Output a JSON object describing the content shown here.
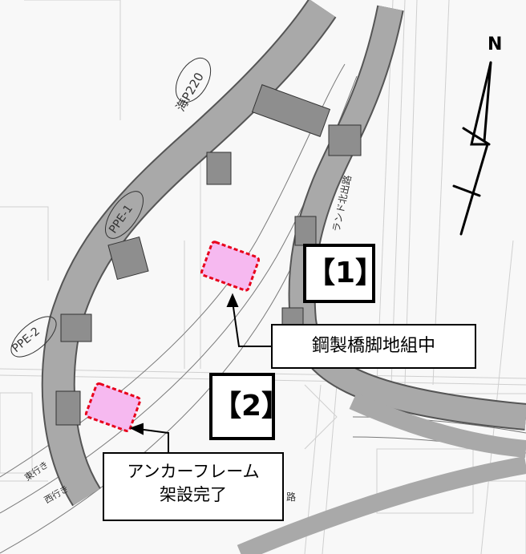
{
  "north_label": "N",
  "pier_labels": {
    "p220": "海P220",
    "ppe1": "PPE-1",
    "ppe2": "PPE-2"
  },
  "road_labels": {
    "north_exit": "ランド北出路",
    "eastbound": "東行き",
    "westbound": "西行き",
    "road_suffix": "路"
  },
  "callouts": {
    "stage_1": "【1】",
    "stage_2": "【2】",
    "steel_pier": "鋼製橋脚地組中",
    "anchor_line1": "アンカーフレーム",
    "anchor_line2": "架設完了"
  },
  "colors": {
    "viaduct_fill": "#a9a9a9",
    "viaduct_edge": "#555555",
    "highlight_fill": "#f6b9f0",
    "highlight_border": "#e8001c",
    "callout_border": "#000000"
  }
}
